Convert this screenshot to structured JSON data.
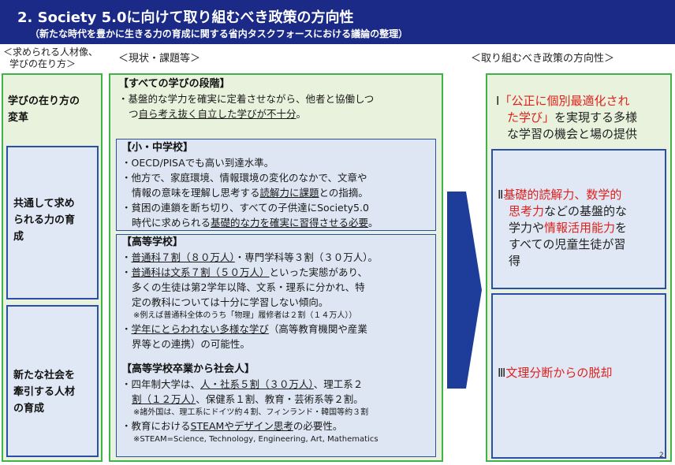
{
  "header": {
    "title": "2. Society 5.0に向けて取り組むべき政策の方向性",
    "subtitle": "（新たな時代を豊かに生きる力の育成に関する省内タスクフォースにおける議論の整理）"
  },
  "columns": {
    "left_head_1": "＜求められる人材像、",
    "left_head_2": "学びの在り方＞",
    "middle_head": "＜現状・課題等＞",
    "right_head": "＜取り組むべき政策の方向性＞"
  },
  "left": {
    "item1_1": "学びの在り方の",
    "item1_2": "変革",
    "item2_1": "共通して求め",
    "item2_2": "られる力の育",
    "item2_3": "成",
    "item3_1": "新たな社会を",
    "item3_2": "牽引する人材",
    "item3_3": "の育成"
  },
  "middle": {
    "all": {
      "title": "【すべての学びの段階】",
      "l1": "・基盤的な学力を確実に定着させながら、他者と協働しつ",
      "l2a": "つ",
      "l2b": "自ら考え抜く自立した学びが不十分",
      "l2c": "。"
    },
    "elementary": {
      "title": "【小・中学校】",
      "l1": "・OECD/PISAでも高い到達水準。",
      "l2": "・他方で、家庭環境、情報環境の変化のなかで、文章や",
      "l3a": "情報の意味を理解し思考する",
      "l3b": "読解力に課題",
      "l3c": "との指摘。",
      "l4": "・貧困の連鎖を断ち切り、すべての子供達にSociety5.0",
      "l5a": "時代に求められる",
      "l5b": "基礎的な力を確実に習得させる必要",
      "l5c": "。"
    },
    "high": {
      "title": "【高等学校】",
      "l1a": "・",
      "l1b": "普通科７割（８０万人）",
      "l1c": "・専門学科等３割（３０万人）。",
      "l2a": "・",
      "l2b": "普通科は文系７割（５０万人）",
      "l2c": "といった実態があり、",
      "l3": "多くの生徒は第2学年以降、文系・理系に分かれ、特",
      "l4": "定の教科については十分に学習しない傾向。",
      "l5": "※例えば普通科全体のうち「物理」履修者は２割（１４万人））",
      "l6a": "・",
      "l6b": "学年にとらわれない多様な学び",
      "l6c": "（高等教育機関や産業",
      "l7": "界等との連携）の可能性。"
    },
    "society": {
      "title": "【高等学校卒業から社会人】",
      "l1a": "・四年制大学は、",
      "l1b": "人・社系５割（３０万人）",
      "l1c": "、理工系２",
      "l2a": "割（１２万人）",
      "l2b": "、保健系１割、教育・芸術系等２割。",
      "l3": "※諸外国は、理工系にドイツ約４割、フィンランド・韓国等約３割",
      "l4a": "・教育における",
      "l4b": "STEAMやデザイン思考",
      "l4c": "の必要性。",
      "l5": "※STEAM=Science, Technology, Engineering, Art, Mathematics"
    }
  },
  "right": {
    "p1_1a": "Ⅰ",
    "p1_1b": "「公正に個別最適化され",
    "p1_2a": "た学び」",
    "p1_2b": "を実現する多様",
    "p1_3": "な学習の機会と場の提供",
    "p2_1a": "Ⅱ",
    "p2_1b": "基礎的読解力、数学的",
    "p2_2a": "思考力",
    "p2_2b": "などの基盤的な",
    "p2_3a": "学力や",
    "p2_3b": "情報活用能力",
    "p2_3c": "を",
    "p2_4": "すべての児童生徒が習",
    "p2_5": "得",
    "p3_a": "Ⅲ",
    "p3_b": "文理分断からの脱却"
  },
  "footer": {
    "page_number": "2"
  },
  "colors": {
    "header_bg": "#1b2a86",
    "green_border": "#3fb24a",
    "blue_border": "#2a4fa8",
    "arrow": "#1e3d9a",
    "emphasis_red": "#e0211c"
  }
}
